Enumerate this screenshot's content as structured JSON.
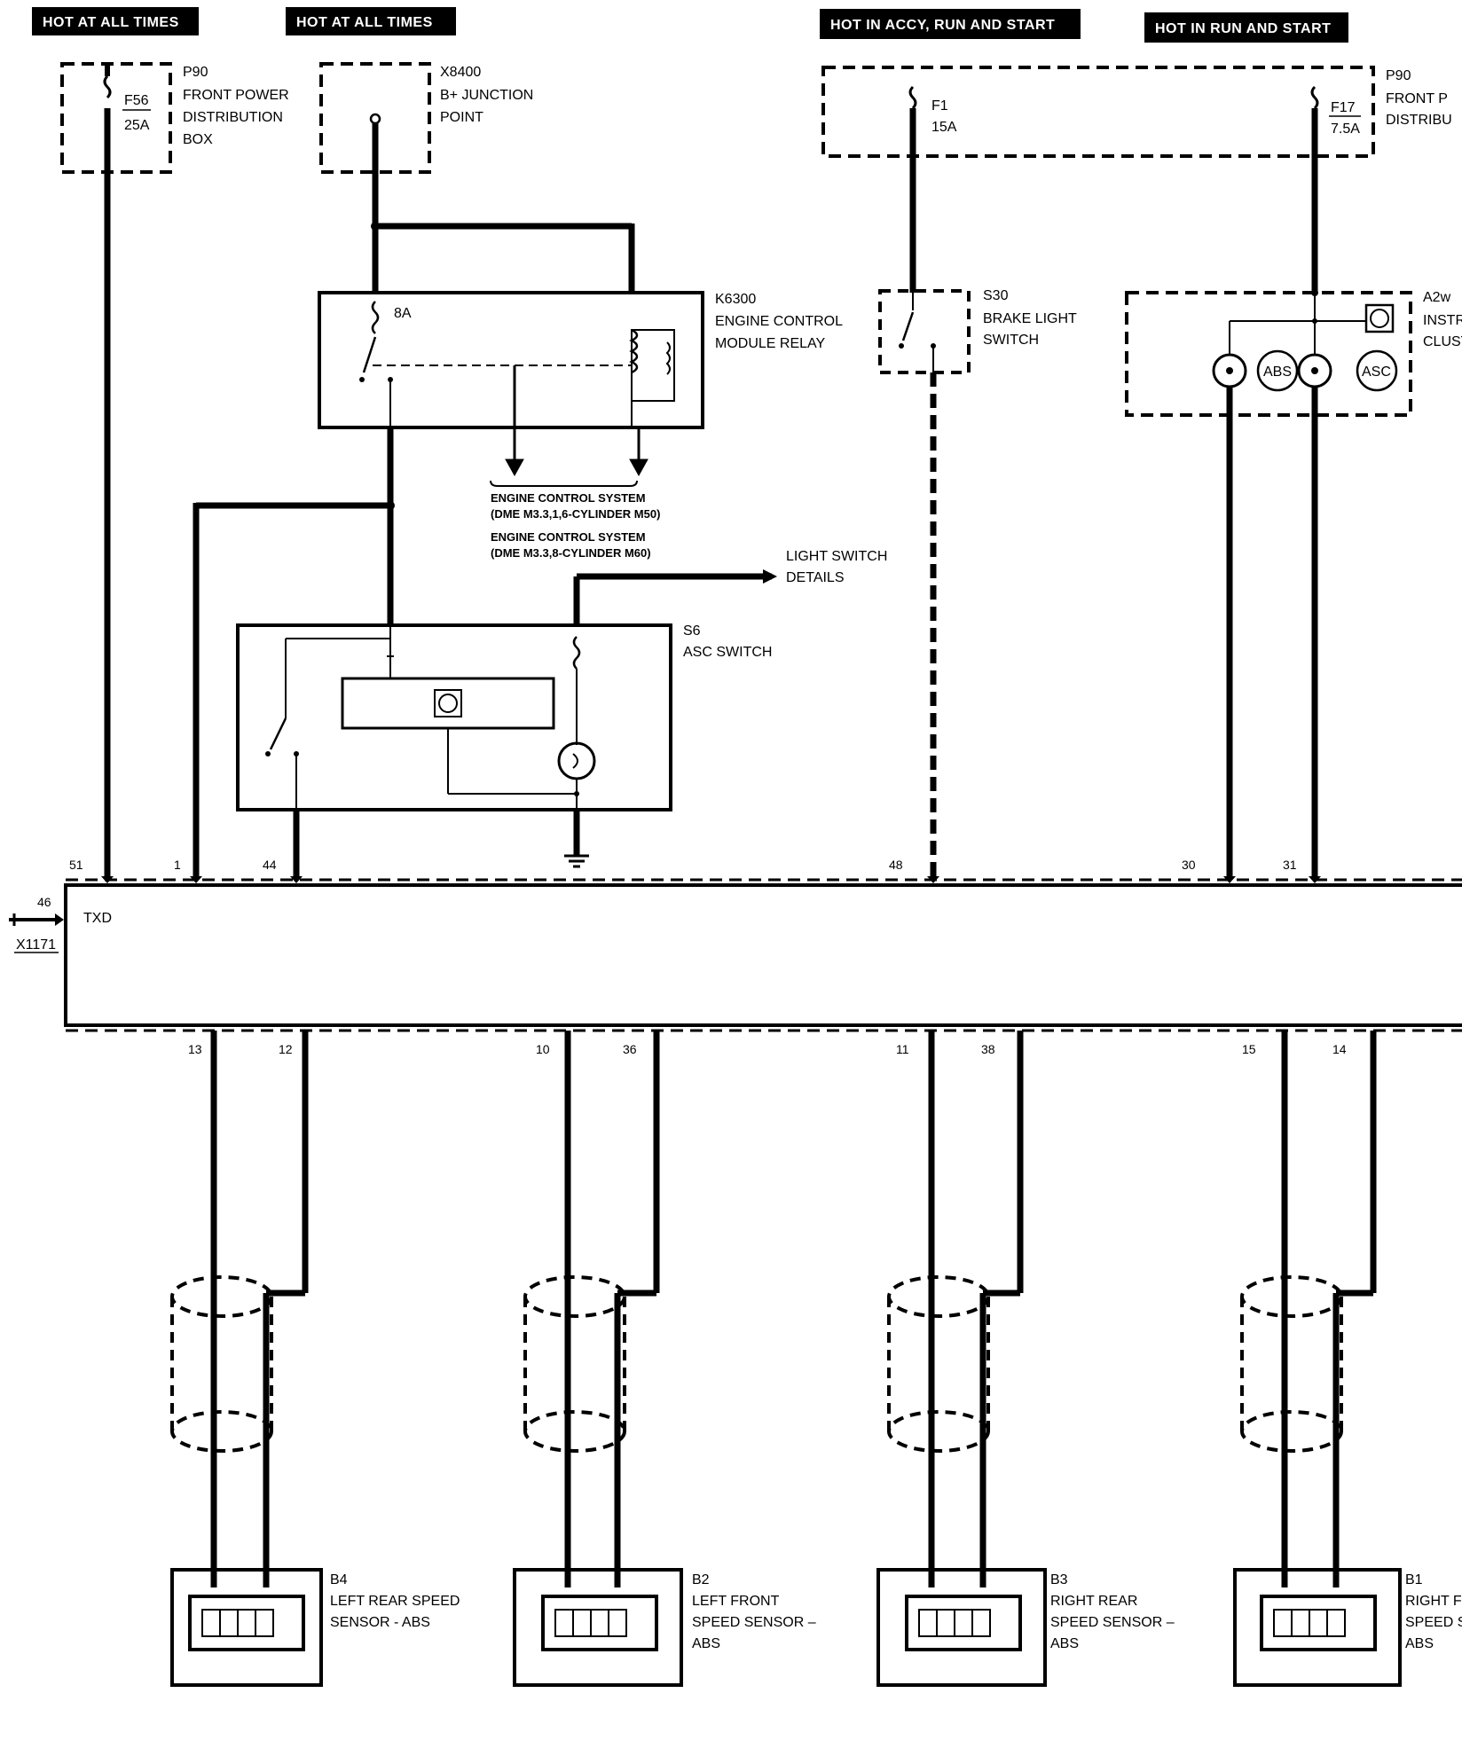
{
  "headers": {
    "h1": "HOT AT ALL TIMES",
    "h2": "HOT AT ALL TIMES",
    "h3": "HOT IN ACCY, RUN AND START",
    "h4": "HOT IN RUN AND START"
  },
  "p90_left": {
    "fuse": "F56",
    "rating": "25A",
    "id": "P90",
    "line1": "FRONT POWER",
    "line2": "DISTRIBUTION",
    "line3": "BOX"
  },
  "x8400": {
    "id": "X8400",
    "line1": "B+ JUNCTION",
    "line2": "POINT"
  },
  "p90_right": {
    "fuse1": "F1",
    "fuse1_rating": "15A",
    "fuse2": "F17",
    "fuse2_rating": "7.5A",
    "id": "P90",
    "line1": "FRONT P",
    "line2": "DISTRIBU"
  },
  "k6300": {
    "id": "K6300",
    "line1": "ENGINE CONTROL",
    "line2": "MODULE RELAY",
    "contact": "8A"
  },
  "engine_ctrl": {
    "line1": "ENGINE CONTROL SYSTEM",
    "line2": "(DME M3.3,1,6-CYLINDER M50)",
    "line3": "ENGINE CONTROL SYSTEM",
    "line4": "(DME M3.3,8-CYLINDER M60)"
  },
  "light_switch": {
    "line1": "LIGHT SWITCH",
    "line2": "DETAILS"
  },
  "s6": {
    "id": "S6",
    "line1": "ASC SWITCH"
  },
  "s30": {
    "id": "S30",
    "line1": "BRAKE LIGHT",
    "line2": "SWITCH"
  },
  "a2w": {
    "id": "A2w",
    "line1": "INSTR",
    "line2": "CLUST",
    "abs": "ABS",
    "asc": "ASC"
  },
  "module": {
    "txd": "TXD",
    "connector": "X1171",
    "pin_txd": "46",
    "top_pins": [
      "51",
      "1",
      "44",
      "48",
      "30",
      "31"
    ],
    "bottom_pins": [
      "13",
      "12",
      "10",
      "36",
      "11",
      "38",
      "15",
      "14"
    ]
  },
  "sensors": [
    {
      "id": "B4",
      "line1": "LEFT REAR SPEED",
      "line2": "SENSOR - ABS",
      "line3": ""
    },
    {
      "id": "B2",
      "line1": "LEFT FRONT",
      "line2": "SPEED SENSOR –",
      "line3": "ABS"
    },
    {
      "id": "B3",
      "line1": "RIGHT REAR",
      "line2": "SPEED SENSOR –",
      "line3": "ABS"
    },
    {
      "id": "B1",
      "line1": "RIGHT F",
      "line2": "SPEED S",
      "line3": "ABS"
    }
  ]
}
